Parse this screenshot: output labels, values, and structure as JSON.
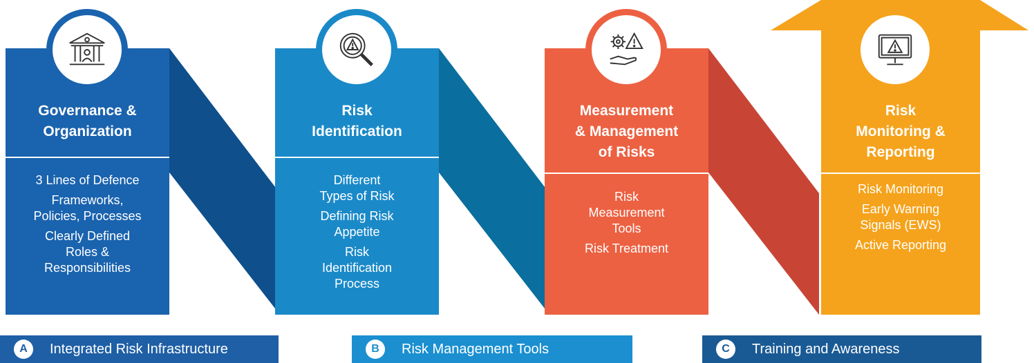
{
  "colors": {
    "governance": "#1a63ae",
    "identification": "#1a89c8",
    "measurement": "#ec6142",
    "monitoring": "#f5a31c",
    "bar_a": "#1e5fa5",
    "bar_b": "#1b8fd0",
    "bar_c": "#1a5a94"
  },
  "columns": [
    {
      "icon": "government-building-icon",
      "title_lines": [
        "Governance &",
        "Organization"
      ],
      "items": [
        [
          "3 Lines of Defence"
        ],
        [
          "Frameworks,",
          "Policies, Processes"
        ],
        [
          "Clearly Defined",
          "Roles &",
          "Responsibilities"
        ]
      ]
    },
    {
      "icon": "magnifier-warning-icon",
      "title_lines": [
        "Risk",
        "Identification"
      ],
      "items": [
        [
          "Different",
          "Types of Risk"
        ],
        [
          "Defining Risk",
          "Appetite"
        ],
        [
          "Risk",
          "Identification",
          "Process"
        ]
      ]
    },
    {
      "icon": "gear-warning-hand-icon",
      "title_lines": [
        "Measurement",
        "& Management",
        "of Risks"
      ],
      "items": [
        [
          "Risk",
          "Measurement",
          "Tools"
        ],
        [
          "Risk Treatment"
        ]
      ]
    },
    {
      "icon": "monitor-warning-icon",
      "title_lines": [
        "Risk",
        "Monitoring &",
        "Reporting"
      ],
      "items": [
        [
          "Risk Monitoring"
        ],
        [
          "Early Warning",
          "Signals (EWS)"
        ],
        [
          "Active Reporting"
        ]
      ]
    }
  ],
  "bars": [
    {
      "badge": "A",
      "label": "Integrated Risk Infrastructure"
    },
    {
      "badge": "B",
      "label": "Risk Management Tools"
    },
    {
      "badge": "C",
      "label": "Training and Awareness"
    }
  ]
}
